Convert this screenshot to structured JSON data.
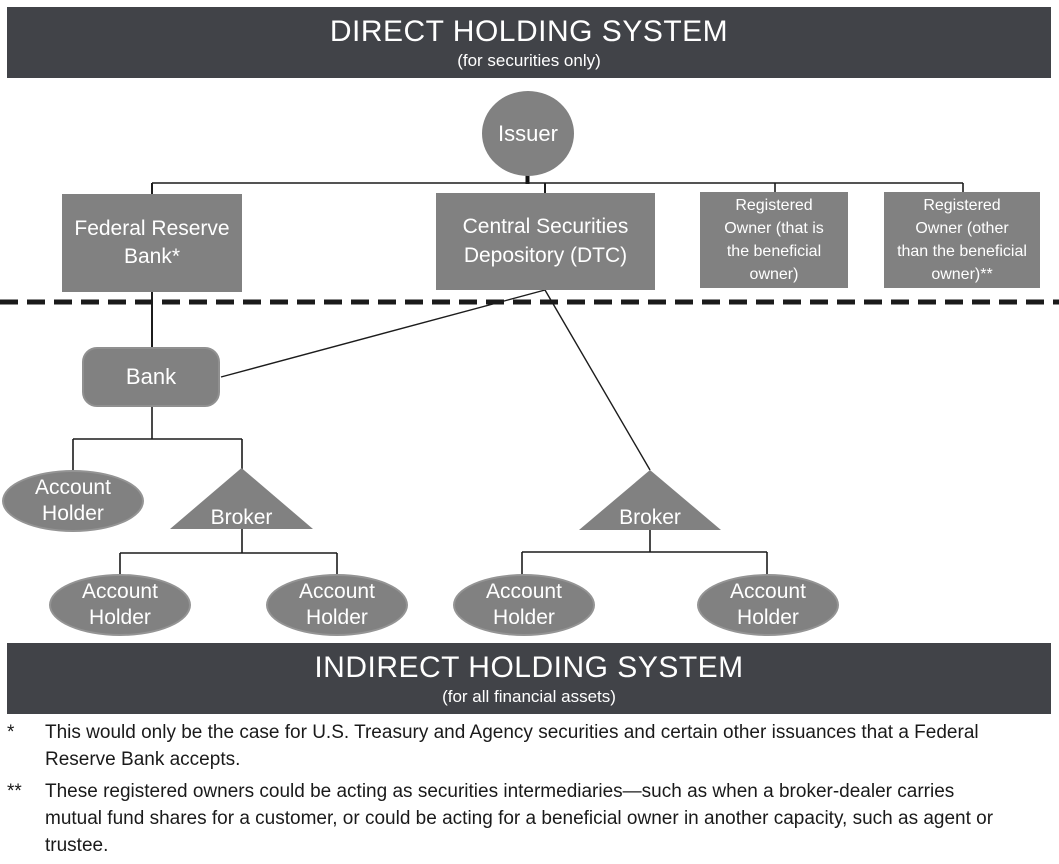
{
  "top_banner": {
    "title": "DIRECT HOLDING SYSTEM",
    "subtitle": "(for securities only)"
  },
  "bottom_banner": {
    "title": "INDIRECT HOLDING SYSTEM",
    "subtitle": "(for all financial assets)"
  },
  "nodes": {
    "issuer": {
      "label": "Issuer",
      "shape": "circle"
    },
    "federal_reserve_bank": {
      "label": [
        "Federal Reserve",
        "Bank*"
      ],
      "shape": "rect"
    },
    "central_securities_depository": {
      "label": [
        "Central Securities",
        "Depository (DTC)"
      ],
      "shape": "rect"
    },
    "registered_owner_beneficial": {
      "label": [
        "Registered",
        "Owner (that is",
        "the beneficial",
        "owner)"
      ],
      "shape": "rect"
    },
    "registered_owner_other": {
      "label": [
        "Registered",
        "Owner (other",
        "than the beneficial",
        "owner)**"
      ],
      "shape": "rect"
    },
    "bank": {
      "label": "Bank",
      "shape": "rounded-rect"
    },
    "broker_left": {
      "label": "Broker",
      "shape": "triangle"
    },
    "broker_right": {
      "label": "Broker",
      "shape": "triangle"
    },
    "account_holder": {
      "label": [
        "Account",
        "Holder"
      ],
      "shape": "ellipse"
    }
  },
  "footnotes": [
    {
      "marker": "*",
      "text": "This would only be the case for U.S. Treasury and Agency securities and certain other issuances that a Federal Reserve Bank accepts."
    },
    {
      "marker": "**",
      "text": "These registered owners could be acting as securities intermediaries—such as when a broker-dealer carries mutual fund shares for a customer, or could be acting for a beneficial owner in another capacity, such as agent or trustee."
    }
  ],
  "colors": {
    "banner_bg": "#414348",
    "shape_fill": "#818181",
    "shape_text": "#ffffff",
    "connector": "#1c1c1c",
    "divider": "#1a1a1a"
  }
}
